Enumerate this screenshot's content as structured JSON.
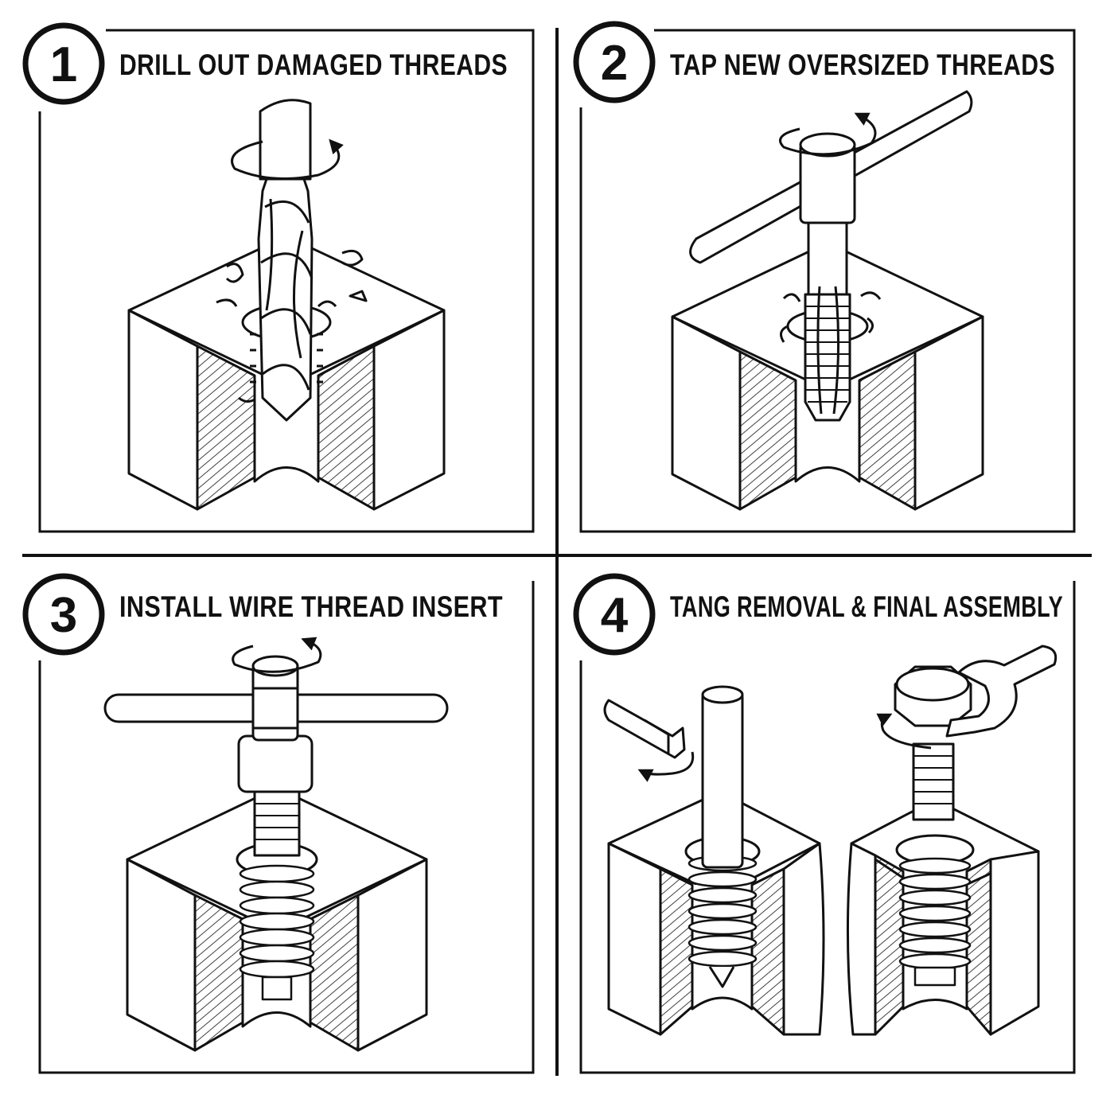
{
  "colors": {
    "ink": "#111111",
    "paper": "#ffffff"
  },
  "steps": [
    {
      "number": "1",
      "title": "DRILL OUT DAMAGED THREADS",
      "icon": "drill-bit-icon"
    },
    {
      "number": "2",
      "title": "TAP NEW OVERSIZED THREADS",
      "icon": "tap-wrench-icon"
    },
    {
      "number": "3",
      "title": "INSTALL WIRE THREAD INSERT",
      "icon": "insert-tool-icon"
    },
    {
      "number": "4",
      "title": "TANG REMOVAL & FINAL ASSEMBLY",
      "icon": "bolt-wrench-icon"
    }
  ]
}
